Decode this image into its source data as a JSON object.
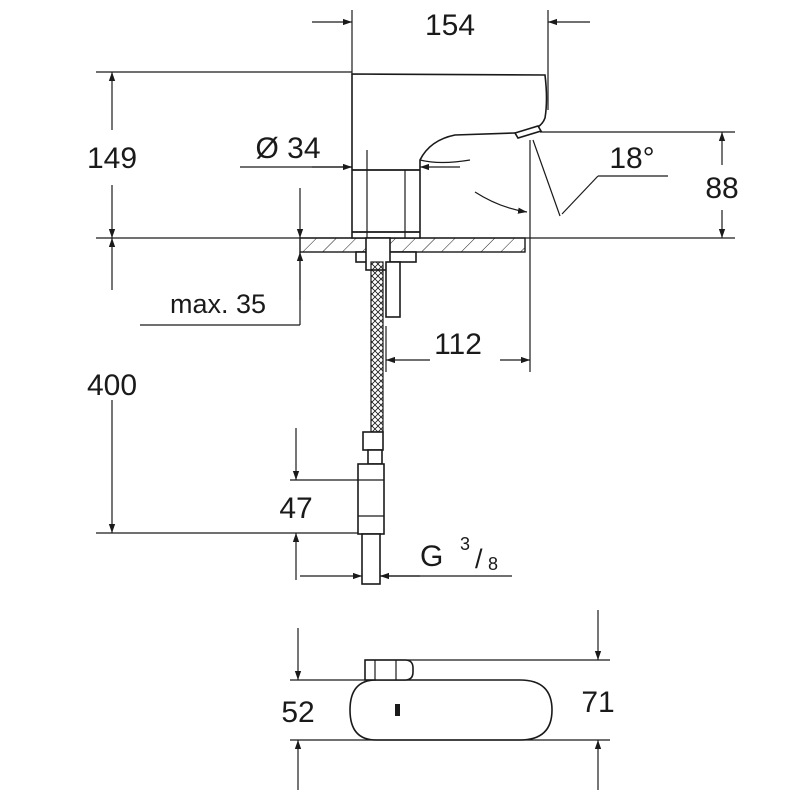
{
  "dimensions": {
    "width_154": "154",
    "height_149": "149",
    "diameter_34": "Ø 34",
    "angle_18": "18°",
    "height_88": "88",
    "max_35": "max. 35",
    "reach_112": "112",
    "hose_400": "400",
    "fitting_47": "47",
    "thread_prefix": "G",
    "thread_num": "3",
    "thread_den": "8",
    "top_52": "52",
    "top_71": "71"
  },
  "colors": {
    "line": "#1a1a1a",
    "background": "#ffffff"
  }
}
